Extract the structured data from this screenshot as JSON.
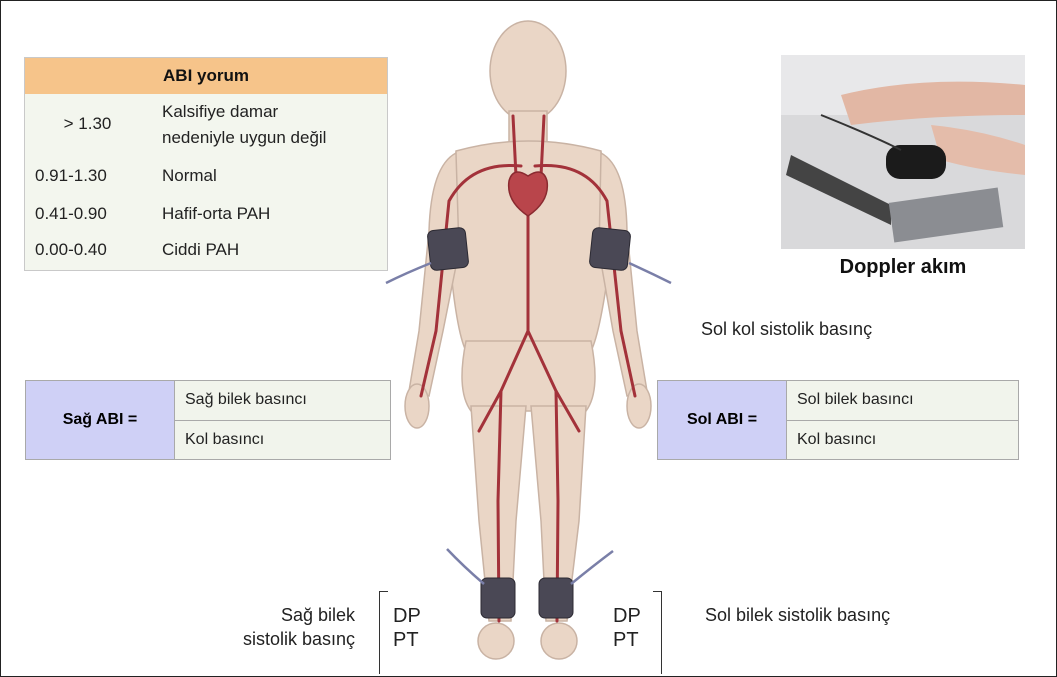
{
  "abi_table": {
    "header": "ABI yorum",
    "rows": [
      {
        "range": "> 1.30",
        "text_line1": "Kalsifiye damar",
        "text_line2": "nedeniyle uygun değil"
      },
      {
        "range": "0.91-1.30",
        "text": "Normal"
      },
      {
        "range": "0.41-0.90",
        "text": "Hafif-orta PAH"
      },
      {
        "range": "0.00-0.40",
        "text": "Ciddi PAH"
      }
    ]
  },
  "right_abi": {
    "label": "Sağ ABI =",
    "numerator": "Sağ bilek basıncı",
    "denominator": "Kol basıncı"
  },
  "left_abi": {
    "label": "Sol ABI =",
    "numerator": "Sol bilek basıncı",
    "denominator": "Kol basıncı"
  },
  "doppler_caption": "Doppler  akım",
  "left_arm_label": "Sol kol sistolik basınç",
  "right_ankle_label_line1": "Sağ bilek",
  "right_ankle_label_line2": "sistolik basınç",
  "left_ankle_label": "Sol bilek sistolik basınç",
  "pulses_right": {
    "top": "DP",
    "bottom": "PT"
  },
  "pulses_left": {
    "top": "DP",
    "bottom": "PT"
  },
  "colors": {
    "table_header": "#f6c48a",
    "formula_label": "#cfd0f6",
    "skin": "#ead6c6",
    "artery": "#a3323a",
    "cuff": "#4a4855"
  }
}
